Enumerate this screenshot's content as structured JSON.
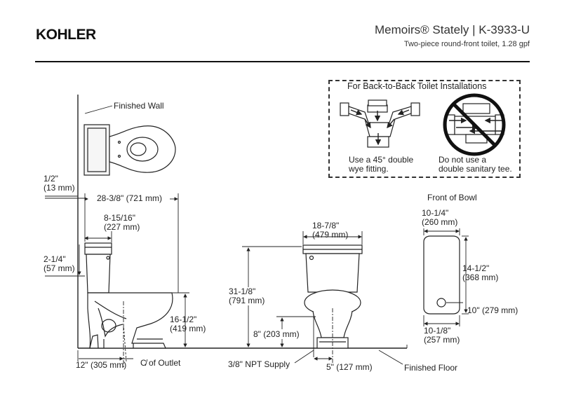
{
  "header": {
    "brand": "KOHLER",
    "title": "Memoirs® Stately | K-3933-U",
    "subtitle": "Two-piece round-front toilet, 1.28 gpf"
  },
  "callout": {
    "heading": "For Back-to-Back Toilet Installations",
    "ok_text_1": "Use a 45° double",
    "ok_text_2": "wye fitting.",
    "no_text_1": "Do not use a",
    "no_text_2": "double sanitary tee."
  },
  "side_view": {
    "finished_wall": "Finished Wall",
    "dim_half_in": "1/2\"",
    "dim_half_mm": "(13 mm)",
    "dim_depth": "28-3/8\" (721 mm)",
    "dim_tank_in": "8-15/16\"",
    "dim_tank_mm": "(227 mm)",
    "dim_2q_in": "2-1/4\"",
    "dim_2q_mm": "(57 mm)",
    "dim_rim_in": "16-1/2\"",
    "dim_rim_mm": "(419 mm)",
    "dim_rough": "12\" (305 mm)",
    "outlet_label": "C̸ of Outlet"
  },
  "front_view": {
    "dim_width_in": "18-7/8\"",
    "dim_width_mm": "(479 mm)",
    "dim_height_in": "31-1/8\"",
    "dim_height_mm": "(791 mm)",
    "dim_supply_h": "8\" (203 mm)",
    "supply_label": "3/8\" NPT Supply",
    "dim_supply_off": "5\" (127 mm)",
    "finished_floor": "Finished Floor"
  },
  "bowl_view": {
    "heading": "Front of Bowl",
    "dim_top_in": "10-1/4\"",
    "dim_top_mm": "(260 mm)",
    "dim_h_in": "14-1/2\"",
    "dim_h_mm": "(368 mm)",
    "dim_hole": "10\" (279 mm)",
    "dim_bot_in": "10-1/8\"",
    "dim_bot_mm": "(257 mm)"
  }
}
